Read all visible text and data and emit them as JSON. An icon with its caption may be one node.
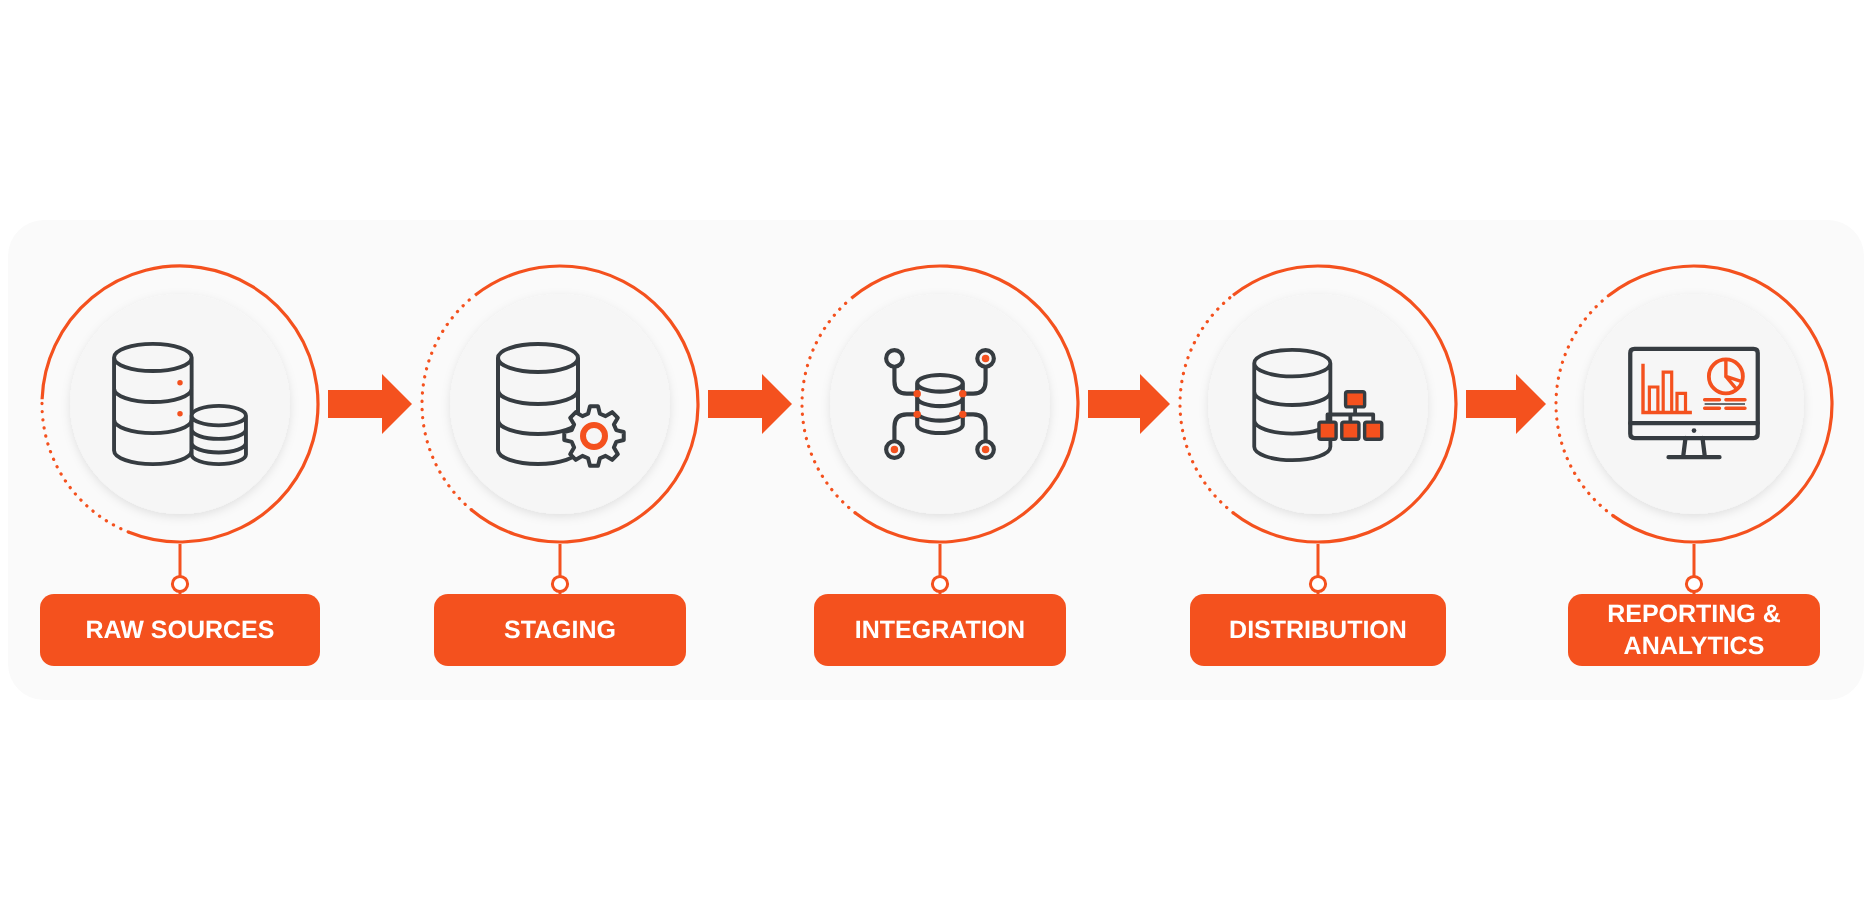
{
  "diagram": {
    "nodes": [
      {
        "text": [],
        "shape": "circle"
      },
      {
        "text": [
          "RAW SOURCES"
        ]
      },
      {
        "text": [],
        "shape": "circle"
      },
      {
        "text": [
          "STAGING"
        ]
      },
      {
        "text": [],
        "shape": "circle"
      },
      {
        "text": [
          "INTEGRATION"
        ]
      },
      {
        "text": [],
        "shape": "circle"
      },
      {
        "text": [
          "DISTRIBUTION"
        ]
      },
      {
        "text": [],
        "shape": "circle"
      },
      {
        "text": [
          "REPORTING & ANALYTICS"
        ]
      }
    ],
    "edges": [
      {
        "from": 0,
        "to": 1,
        "arrow": "other"
      },
      {
        "from": 0,
        "to": 2,
        "arrow": "to",
        "style": "thick"
      },
      {
        "from": 2,
        "to": 3,
        "arrow": "other"
      },
      {
        "from": 2,
        "to": 4,
        "arrow": "to",
        "style": "thick"
      },
      {
        "from": 4,
        "to": 5,
        "arrow": "other"
      },
      {
        "from": 4,
        "to": 6,
        "arrow": "to",
        "style": "thick"
      },
      {
        "from": 6,
        "to": 7,
        "arrow": "other"
      },
      {
        "from": 6,
        "to": 8,
        "arrow": "to",
        "style": "thick"
      },
      {
        "from": 8,
        "to": 9,
        "arrow": "other"
      }
    ]
  }
}
